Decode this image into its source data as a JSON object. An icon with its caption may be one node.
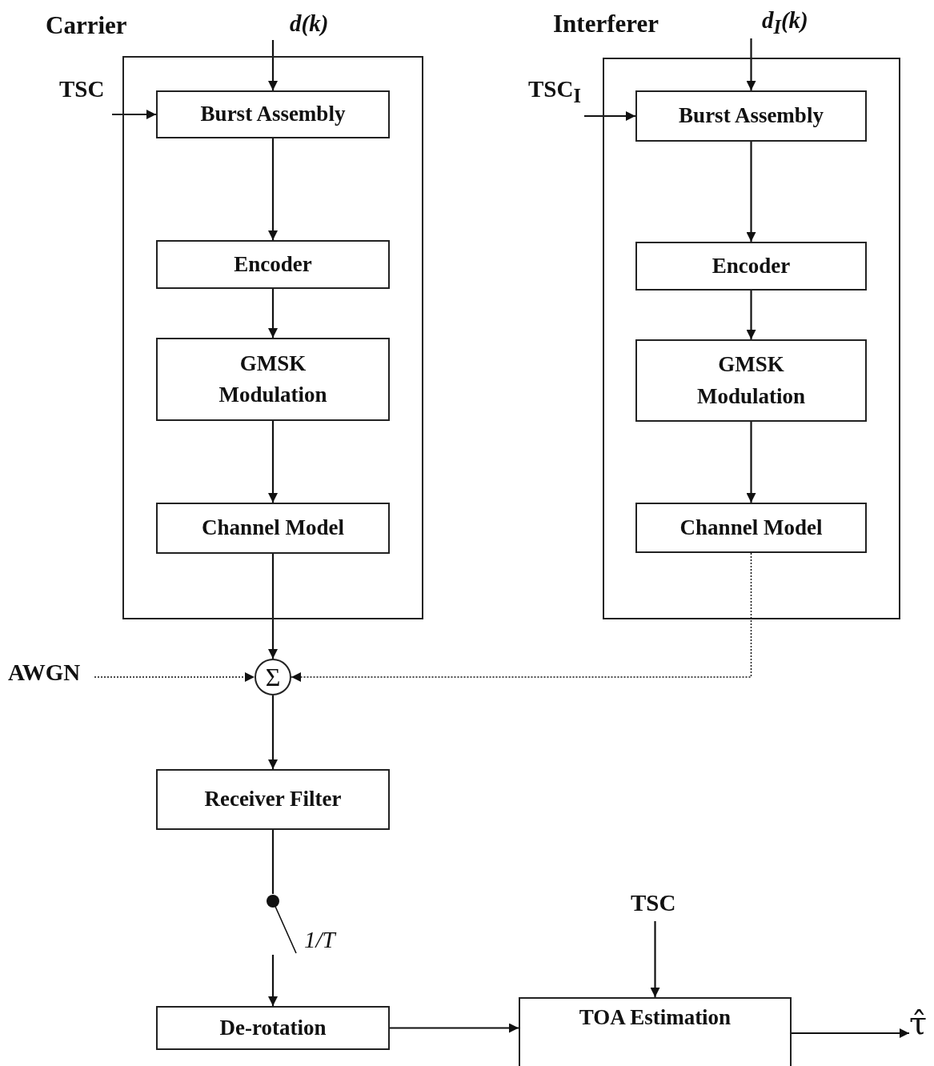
{
  "diagram": {
    "nodes": [
      {
        "text": [
          "Carrier"
        ]
      },
      {
        "text": [
          "Interferer"
        ]
      },
      {
        "text": [
          "d(k)"
        ]
      },
      {
        "text": [
          "TSC"
        ]
      },
      {
        "text": [
          "Burst Assembly"
        ],
        "in": 0
      },
      {
        "text": [
          "Encoder"
        ],
        "in": 0
      },
      {
        "text": [
          "GMSK Modulation"
        ],
        "in": 0
      },
      {
        "text": [
          "Channel Model"
        ],
        "in": 0
      },
      {
        "text": [
          "d$_{I}$(k)"
        ]
      },
      {
        "text": [
          "TSC$_{I}$"
        ]
      },
      {
        "text": [
          "Burst Assembly"
        ],
        "in": 1
      },
      {
        "text": [
          "Encoder"
        ],
        "in": 1
      },
      {
        "text": [
          "GMSK Modulation"
        ],
        "in": 1
      },
      {
        "text": [
          "Channel Model"
        ],
        "in": 1
      },
      {
        "text": [
          "AWGN"
        ]
      },
      {
        "text": [
          "Σ"
        ]
      },
      {
        "text": [
          "Receiver Filter"
        ]
      },
      {
        "text": [],
        "shape": "switch",
        "beside": [
          "1/T"
        ]
      },
      {
        "text": [
          "De-rotation"
        ]
      },
      {
        "text": [
          "TSC"
        ]
      },
      {
        "text": [
          "TOA Estimation"
        ]
      },
      {
        "text": [
          "τ̂"
        ]
      }
    ],
    "edges": [
      {
        "from": 2,
        "to": 4,
        "arrow": "to"
      },
      {
        "from": 3,
        "to": 4,
        "arrow": "to"
      },
      {
        "from": 4,
        "to": 5,
        "arrow": "to"
      },
      {
        "from": 5,
        "to": 6,
        "arrow": "to"
      },
      {
        "from": 6,
        "to": 7,
        "arrow": "to"
      },
      {
        "from": 7,
        "to": 15,
        "arrow": "to"
      },
      {
        "from": 8,
        "to": 10,
        "arrow": "to"
      },
      {
        "from": 9,
        "to": 10,
        "arrow": "to"
      },
      {
        "from": 10,
        "to": 11,
        "arrow": "to"
      },
      {
        "from": 11,
        "to": 12,
        "arrow": "to"
      },
      {
        "from": 12,
        "to": 13,
        "arrow": "to"
      },
      {
        "from": 13,
        "to": 15,
        "arrow": "to",
        "style": "dashed"
      },
      {
        "from": 14,
        "to": 15,
        "arrow": "to",
        "style": "dashed"
      },
      {
        "from": 15,
        "to": 16,
        "arrow": "to"
      },
      {
        "from": 16,
        "to": 17,
        "arrow": "none"
      },
      {
        "from": 17,
        "to": 18,
        "arrow": "to"
      },
      {
        "from": 18,
        "to": 20,
        "arrow": "to"
      },
      {
        "from": 19,
        "to": 20,
        "arrow": "to"
      },
      {
        "from": 20,
        "to": 21,
        "arrow": "to"
      }
    ]
  }
}
